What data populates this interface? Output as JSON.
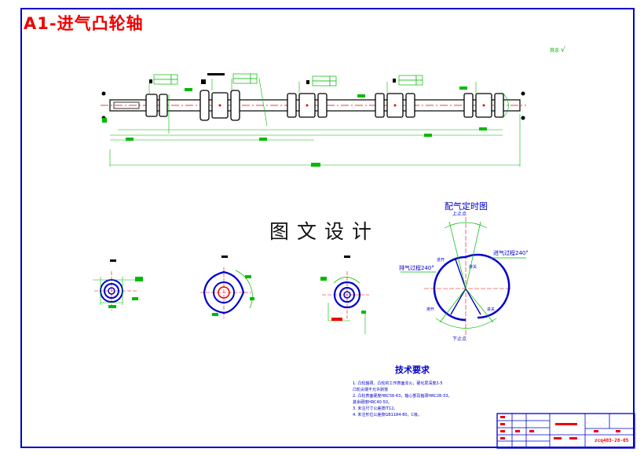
{
  "title": "A1-进气凸轮轴",
  "watermark": "图文设计",
  "timing_diagram": {
    "title": "配气定时图",
    "labels": {
      "tdc": "上止点",
      "bdc": "下止点",
      "intake_duration": "进气过程240°",
      "exhaust_duration": "排气过程240°",
      "angle_a": "进开",
      "angle_b": "排关",
      "angle_c": "排开",
      "angle_d": "进关"
    }
  },
  "tech_requirements": {
    "title": "技术要求",
    "items": [
      "1. 凸轮轴颈、凸轮的工作表面淬火，硬化层深度2-5",
      "凸轮尖端不允许剥落",
      "2. 凸轮表面硬度HRC56-63，轴心部及轴颈HRC28-33，",
      "其余硬度HRC40-50。",
      "3. 未注尺寸公差按IT12。",
      "4. 未注形位公差按GB1184-80，C级。"
    ]
  },
  "roughness_note": "其余",
  "title_block": {
    "drawing_number": "zcq403-28-05"
  },
  "colors": {
    "frame": "#0000cc",
    "title": "#ee0000",
    "dimension": "#00bb00",
    "outline": "#000000",
    "centerline": "#ee0000"
  }
}
